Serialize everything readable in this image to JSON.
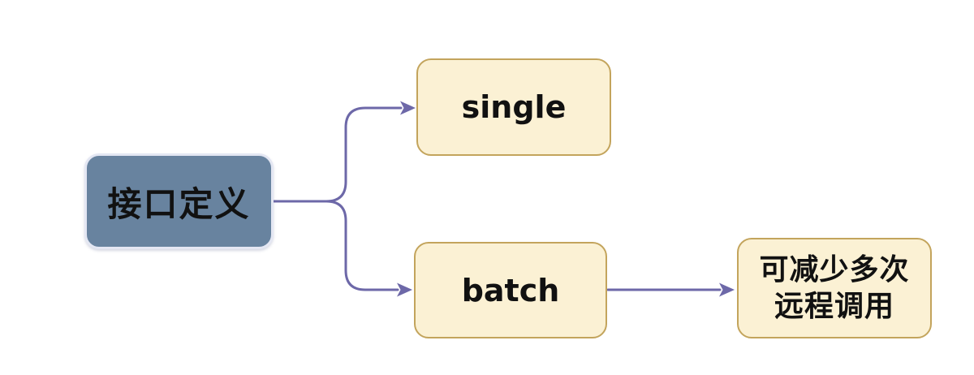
{
  "diagram": {
    "root": {
      "label": "接口定义"
    },
    "branches": [
      {
        "label": "single"
      },
      {
        "label": "batch"
      }
    ],
    "benefit": {
      "lines": [
        "可减少多次",
        "远程调用"
      ]
    }
  },
  "colors": {
    "background": "#ffffff",
    "connector": "#6d68a8",
    "root_fill": "#68839f",
    "root_border": "#e4e7f3",
    "leaf_fill": "#fbf1d4",
    "leaf_border": "#c3a45c",
    "text": "#111111"
  }
}
